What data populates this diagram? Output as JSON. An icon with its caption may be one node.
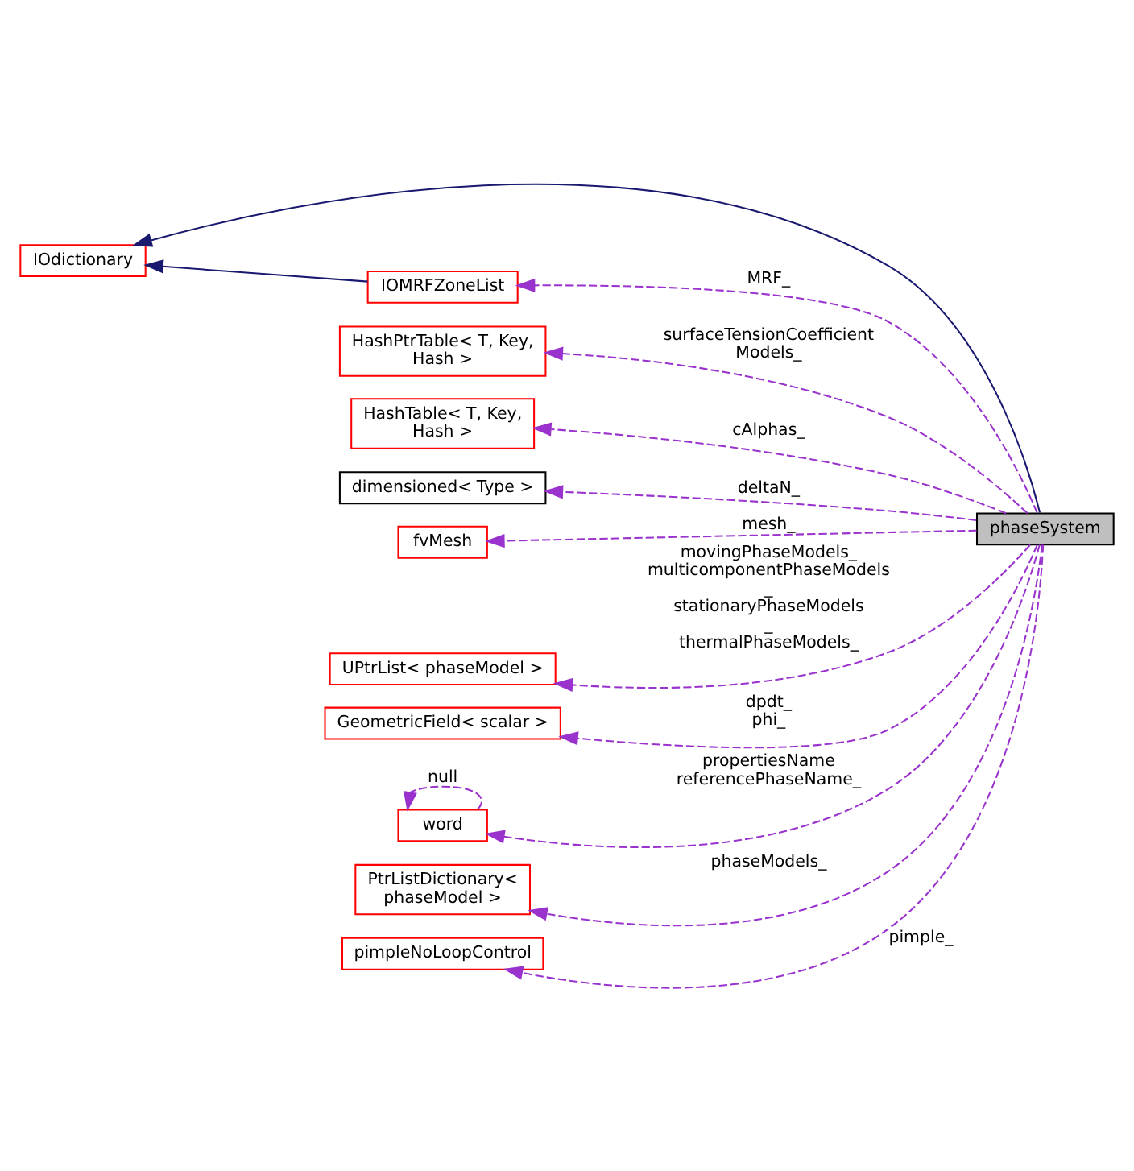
{
  "diagram": {
    "nodes": [
      {
        "text": [
          "IOdictionary"
        ]
      },
      {
        "text": [
          "IOMRFZoneList"
        ]
      },
      {
        "text": [
          "HashPtrTable< T, Key, Hash >"
        ]
      },
      {
        "text": [
          "HashTable< T, Key, Hash >"
        ]
      },
      {
        "text": [
          "dimensioned< Type >"
        ]
      },
      {
        "text": [
          "fvMesh"
        ]
      },
      {
        "text": [
          "UPtrList< phaseModel >"
        ]
      },
      {
        "text": [
          "GeometricField< scalar >"
        ]
      },
      {
        "text": [
          "word"
        ]
      },
      {
        "text": [
          "PtrListDictionary< phaseModel >"
        ]
      },
      {
        "text": [
          "pimpleNoLoopControl"
        ]
      },
      {
        "text": [
          "phaseSystem"
        ]
      }
    ],
    "edges": [
      {
        "from": 11,
        "to": 0,
        "arrow": "to",
        "color": "#191970"
      },
      {
        "from": 1,
        "to": 0,
        "arrow": "to",
        "color": "#191970"
      },
      {
        "from": 11,
        "to": 1,
        "arrow": "to",
        "style": "dashed",
        "label": "MRF_"
      },
      {
        "from": 11,
        "to": 2,
        "arrow": "to",
        "style": "dashed",
        "label": "surfaceTensionCoefficient Models_"
      },
      {
        "from": 11,
        "to": 3,
        "arrow": "to",
        "style": "dashed",
        "label": "cAlphas_"
      },
      {
        "from": 11,
        "to": 4,
        "arrow": "to",
        "style": "dashed",
        "label": "deltaN_"
      },
      {
        "from": 11,
        "to": 5,
        "arrow": "to",
        "style": "dashed",
        "label": "mesh_"
      },
      {
        "from": 11,
        "to": 6,
        "arrow": "to",
        "style": "dashed",
        "label": "movingPhaseModels_ multicomponentPhaseModels _ stationaryPhaseModels _ thermalPhaseModels_"
      },
      {
        "from": 11,
        "to": 7,
        "arrow": "to",
        "style": "dashed",
        "label": "dpdt_ phi_"
      },
      {
        "from": 8,
        "to": 8,
        "arrow": "to",
        "style": "dashed",
        "label": "null"
      },
      {
        "from": 11,
        "to": 8,
        "arrow": "to",
        "style": "dashed",
        "label": "propertiesName referencePhaseName_"
      },
      {
        "from": 11,
        "to": 9,
        "arrow": "to",
        "style": "dashed",
        "label": "phaseModels_"
      },
      {
        "from": 11,
        "to": 10,
        "arrow": "to",
        "style": "dashed",
        "label": "pimple_"
      }
    ]
  }
}
